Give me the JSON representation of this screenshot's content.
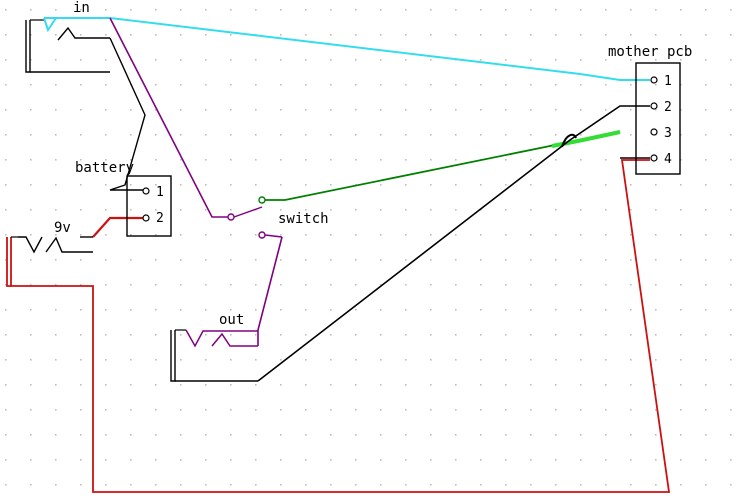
{
  "labels": {
    "in": "in",
    "out": "out",
    "battery": "battery",
    "nine_volt": "9v",
    "switch": "switch",
    "mother_pcb": "mother pcb"
  },
  "battery_pins": [
    "1",
    "2"
  ],
  "pcb_pins": [
    "1",
    "2",
    "3",
    "4"
  ],
  "colors": {
    "grid_dot": "#bdbdbd",
    "component": "#000000",
    "cyan_wire": "#33ddee",
    "purple_wire": "#800080",
    "green_wire": "#008000",
    "bright_green_wire": "#33dd33",
    "red_wire": "#cc1111",
    "black_wire": "#000000"
  }
}
